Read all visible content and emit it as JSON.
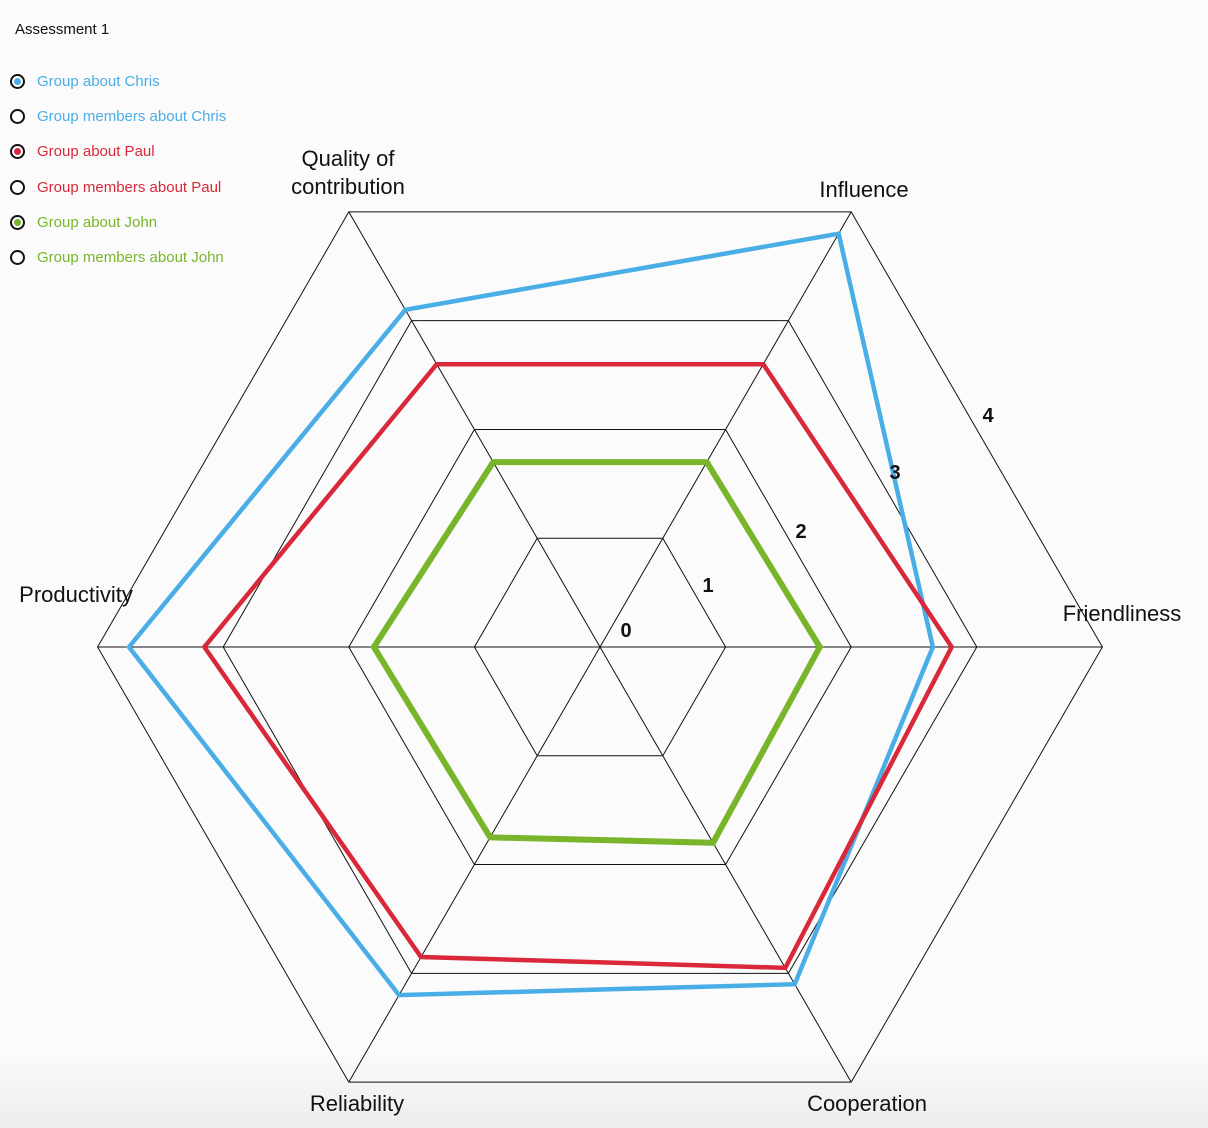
{
  "chart_data": {
    "type": "radar",
    "title": "Assessment 1",
    "axes": [
      "Influence",
      "Friendliness",
      "Cooperation",
      "Reliability",
      "Productivity",
      "Quality of contribution"
    ],
    "axis_label_lines": [
      [
        "Influence"
      ],
      [
        "Friendliness"
      ],
      [
        "Cooperation"
      ],
      [
        "Reliability"
      ],
      [
        "Productivity"
      ],
      [
        "Quality of",
        "contribution"
      ]
    ],
    "rrange": [
      0,
      4
    ],
    "ticks": [
      "0",
      "1",
      "2",
      "3",
      "4"
    ],
    "grid": true,
    "legend_position": "top-left",
    "series": [
      {
        "name": "Group about Chris",
        "color": "#4aaee6",
        "selected": true,
        "values": [
          3.8,
          2.65,
          3.1,
          3.2,
          3.75,
          3.1
        ]
      },
      {
        "name": "Group members about Chris",
        "color": "#4aaee6",
        "selected": false,
        "values": []
      },
      {
        "name": "Group about Paul",
        "color": "#d9283a",
        "selected": true,
        "values": [
          2.6,
          2.8,
          2.95,
          2.85,
          3.15,
          2.6
        ]
      },
      {
        "name": "Group members about Paul",
        "color": "#d9283a",
        "selected": false,
        "values": []
      },
      {
        "name": "Group about John",
        "color": "#78b52a",
        "selected": true,
        "values": [
          1.7,
          1.75,
          1.8,
          1.75,
          1.8,
          1.7
        ]
      },
      {
        "name": "Group members about John",
        "color": "#78b52a",
        "selected": false,
        "values": []
      }
    ]
  }
}
